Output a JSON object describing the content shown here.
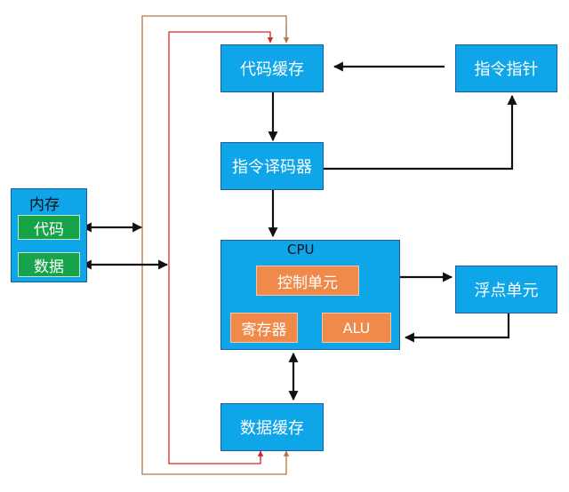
{
  "nodes": {
    "memory_label": "内存",
    "code": "代码",
    "data": "数据",
    "code_cache": "代码缓存",
    "instruction_pointer": "指令指针",
    "instruction_decoder": "指令译码器",
    "cpu_label": "CPU",
    "control_unit": "控制单元",
    "register": "寄存器",
    "alu": "ALU",
    "fpu": "浮点单元",
    "data_cache": "数据缓存"
  },
  "colors": {
    "box_fill": "#0ea5e9",
    "box_border": "#1f5f9f",
    "green_fill": "#16a34a",
    "orange_fill": "#f08a4b",
    "bus_red": "#d62828",
    "bus_brown": "#b0784a",
    "arrow": "#111111"
  }
}
